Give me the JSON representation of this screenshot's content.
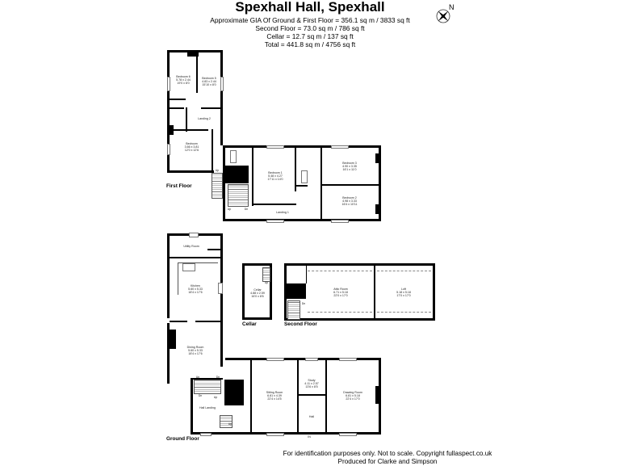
{
  "header": {
    "title": "Spexhall Hall, Spexhall",
    "lines": [
      "Approximate GIA Of Ground & First Floor = 356.1 sq m / 3833 sq ft",
      "Second Floor = 73.0 sq m / 786 sq ft",
      "Cellar = 12.7 sq m / 137 sq ft",
      "Total = 441.8 sq m / 4756 sq ft"
    ]
  },
  "compass": {
    "icon": "compass-rose-icon",
    "label": "N"
  },
  "floors": {
    "first": {
      "label": "First Floor",
      "rooms": [
        {
          "name": "Bedroom 6",
          "metric": "5.78 x 2.44",
          "imperial": "19'0 x 8'0"
        },
        {
          "name": "Bedroom 5",
          "metric": "4.83 x 2.44",
          "imperial": "15'10 x 8'0"
        },
        {
          "name": "Landing 2",
          "metric": "",
          "imperial": ""
        },
        {
          "name": "Bedroom",
          "metric": "3.66 x 3.81",
          "imperial": "12'0 x 12'6"
        },
        {
          "name": "Bedroom 1",
          "metric": "5.48 x 4.27",
          "imperial": "17'11 x 14'0"
        },
        {
          "name": "Bedroom 3",
          "metric": "4.90 x 3.35",
          "imperial": "16'1 x 11'0"
        },
        {
          "name": "Bedroom 2",
          "metric": "4.98 x 3.33",
          "imperial": "16'4 x 10'11"
        },
        {
          "name": "Landing 1",
          "metric": "",
          "imperial": ""
        }
      ],
      "stair_labels": [
        "Up",
        "Up",
        "Dn"
      ]
    },
    "ground": {
      "label": "Ground Floor",
      "rooms": [
        {
          "name": "Utility Room",
          "metric": "",
          "imperial": ""
        },
        {
          "name": "Kitchen",
          "metric": "5.60 x 5.33",
          "imperial": "18'4 x 17'6"
        },
        {
          "name": "Dining Room",
          "metric": "5.60 x 5.33",
          "imperial": "18'4 x 17'6"
        },
        {
          "name": "Hall Landing",
          "metric": "",
          "imperial": ""
        },
        {
          "name": "Sitting Room",
          "metric": "6.81 x 4.39",
          "imperial": "22'4 x 14'5"
        },
        {
          "name": "Study",
          "metric": "4.11 x 2.57",
          "imperial": "13'6 x 8'5"
        },
        {
          "name": "Hall",
          "metric": "",
          "imperial": ""
        },
        {
          "name": "Drawing Room",
          "metric": "6.81 x 5.18",
          "imperial": "22'4 x 17'0"
        }
      ],
      "stair_labels": [
        "Up",
        "Dn",
        "Dn",
        "Up",
        "Up"
      ],
      "entrance": "IN"
    },
    "cellar": {
      "label": "Cellar",
      "rooms": [
        {
          "name": "Cellar",
          "metric": "4.88 x 2.59",
          "imperial": "16'0 x 8'6"
        }
      ],
      "stair_labels": [
        "Up"
      ]
    },
    "second": {
      "label": "Second Floor",
      "rooms": [
        {
          "name": "Attic Room",
          "metric": "6.71 x 5.18",
          "imperial": "22'0 x 17'0"
        },
        {
          "name": "Loft",
          "metric": "5.18 x 5.18",
          "imperial": "17'0 x 17'0"
        }
      ],
      "stair_labels": [
        "Dn"
      ]
    }
  },
  "footer": {
    "line1": "For identification purposes only. Not to scale. Copyright fullaspect.co.uk",
    "line2": "Produced for Clarke and Simpson"
  }
}
